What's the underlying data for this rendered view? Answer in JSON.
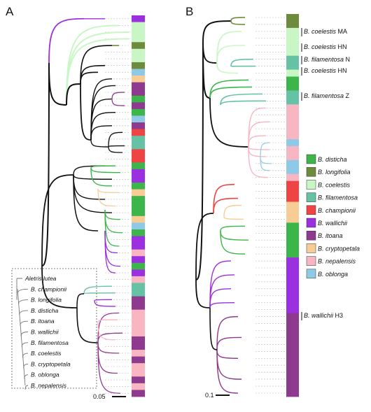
{
  "panels": [
    {
      "id": "A",
      "label": "A",
      "scale_label": "0.05"
    },
    {
      "id": "B",
      "label": "B",
      "scale_label": "0.1"
    }
  ],
  "colors": {
    "distichia": "#3cb54a",
    "longifolia": "#6e8b3d",
    "coelestis": "#c8f7c5",
    "filamentosa": "#66c2a5",
    "championii": "#ee4444",
    "wallichii": "#9b30e0",
    "itoana": "#8e3a8e",
    "cryptopetala": "#f7cd95",
    "nepalensis": "#f7b6c2",
    "oblonga": "#8ecae6",
    "backbone": "#111111"
  },
  "legend": [
    {
      "key": "distichia",
      "label": "B. disticha"
    },
    {
      "key": "longifolia",
      "label": "B. longifolia"
    },
    {
      "key": "coelestis",
      "label": "B. coelestis"
    },
    {
      "key": "filamentosa",
      "label": "B. filamentosa"
    },
    {
      "key": "championii",
      "label": "B. championii"
    },
    {
      "key": "wallichii",
      "label": "B. wallichii"
    },
    {
      "key": "itoana",
      "label": "B. itoana"
    },
    {
      "key": "cryptopetala",
      "label": "B. cryptopetala"
    },
    {
      "key": "nepalensis",
      "label": "B. nepalensis"
    },
    {
      "key": "oblonga",
      "label": "B. oblonga"
    }
  ],
  "annotations_b": [
    {
      "species": "B. coelestis",
      "code": "MA"
    },
    {
      "species": "B. coelestis",
      "code": "HN"
    },
    {
      "species": "B. filamentosa",
      "code": "N"
    },
    {
      "species": "B. coelestis",
      "code": "HN"
    },
    {
      "species": "B. filamentosa",
      "code": "Z"
    },
    {
      "species": "B. wallichii",
      "code": "H3"
    }
  ],
  "inset_tree": {
    "taxa": [
      "Aletris lutea",
      "B. championii",
      "B. longifolia",
      "B. disticha",
      "B. itoana",
      "B. wallichii",
      "B. filamentosa",
      "B. coelestis",
      "B. cryptopetala",
      "B. oblonga",
      "B. nepalensis"
    ]
  },
  "color_strip_a": [
    "wallichii",
    "coelestis",
    "coelestis",
    "coelestis",
    "longifolia",
    "coelestis",
    "coelestis",
    "longifolia",
    "oblonga",
    "cryptopetala",
    "itoana",
    "itoana",
    "distichia",
    "itoana",
    "distichia",
    "oblonga",
    "itoana",
    "championii",
    "filamentosa",
    "filamentosa",
    "championii",
    "championii",
    "distichia",
    "wallichii",
    "wallichii",
    "distichia",
    "cryptopetala",
    "distichia",
    "distichia",
    "distichia",
    "cryptopetala",
    "oblonga",
    "distichia",
    "wallichii",
    "wallichii",
    "nepalensis",
    "wallichii",
    "distichia",
    "wallichii",
    "nepalensis",
    "filamentosa",
    "filamentosa",
    "itoana",
    "itoana",
    "nepalensis",
    "nepalensis",
    "nepalensis",
    "nepalensis",
    "itoana",
    "itoana",
    "nepalensis",
    "itoana",
    "nepalensis",
    "nepalensis",
    "itoana",
    "nepalensis",
    "itoana"
  ],
  "color_strip_b": [
    "longifolia",
    "longifolia",
    "coelestis",
    "coelestis",
    "coelestis",
    "coelestis",
    "filamentosa",
    "filamentosa",
    "coelestis",
    "distichia",
    "distichia",
    "filamentosa",
    "filamentosa",
    "nepalensis",
    "nepalensis",
    "nepalensis",
    "nepalensis",
    "nepalensis",
    "oblonga",
    "nepalensis",
    "nepalensis",
    "oblonga",
    "oblonga",
    "nepalensis",
    "championii",
    "championii",
    "championii",
    "cryptopetala",
    "cryptopetala",
    "cryptopetala",
    "distichia",
    "distichia",
    "distichia",
    "distichia",
    "distichia",
    "wallichii",
    "wallichii",
    "wallichii",
    "wallichii",
    "wallichii",
    "wallichii",
    "wallichii",
    "wallichii",
    "itoana",
    "itoana",
    "itoana",
    "itoana",
    "itoana",
    "itoana",
    "itoana",
    "itoana",
    "itoana",
    "itoana",
    "itoana",
    "itoana"
  ]
}
